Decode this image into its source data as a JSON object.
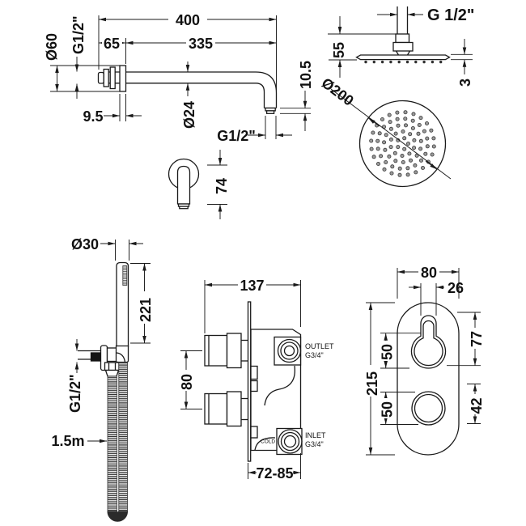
{
  "title": "Shower system technical dimension drawing",
  "colors": {
    "line": "#1a1a1a",
    "background": "#ffffff",
    "hose_fill": "#2b2b2b"
  },
  "drawings": {
    "shower_arm": {
      "dim_overall": "400",
      "dim_wall_segment": "65",
      "dim_arm_length": "335",
      "dim_flange_diameter": "Ø60",
      "dim_inlet_thread": "G1/2\"",
      "dim_flange_thickness": "9.5",
      "dim_tube_diameter": "Ø24",
      "dim_drop": "10.5",
      "dim_outlet_thread": "G1/2\""
    },
    "head_side": {
      "dim_thread": "G 1/2\"",
      "dim_stem_height": "55",
      "dim_plate_thickness": "3"
    },
    "head_face": {
      "dim_diameter": "Ø200"
    },
    "wall_outlet": {
      "dim_length": "74"
    },
    "hand_shower": {
      "dim_handle_diameter": "Ø30",
      "dim_handle_length": "221",
      "dim_bracket_thread": "G1/2\"",
      "dim_hose_length": "1.5m"
    },
    "valve_side": {
      "dim_width": "137",
      "dim_knob_centres": "80",
      "dim_depth_range": "72-85",
      "outlet_label": "OUTLET",
      "outlet_thread": "G3/4\"",
      "inlet_label": "INLET",
      "inlet_thread": "G3/4\"",
      "cold_label": "COLD"
    },
    "valve_front": {
      "dim_plate_width": "80",
      "dim_slot_width": "26",
      "dim_plate_height": "215",
      "dim_gap_top": "50",
      "dim_gap_bottom": "50",
      "dim_keyhole_height": "77",
      "dim_knob_diameter": "42"
    }
  }
}
